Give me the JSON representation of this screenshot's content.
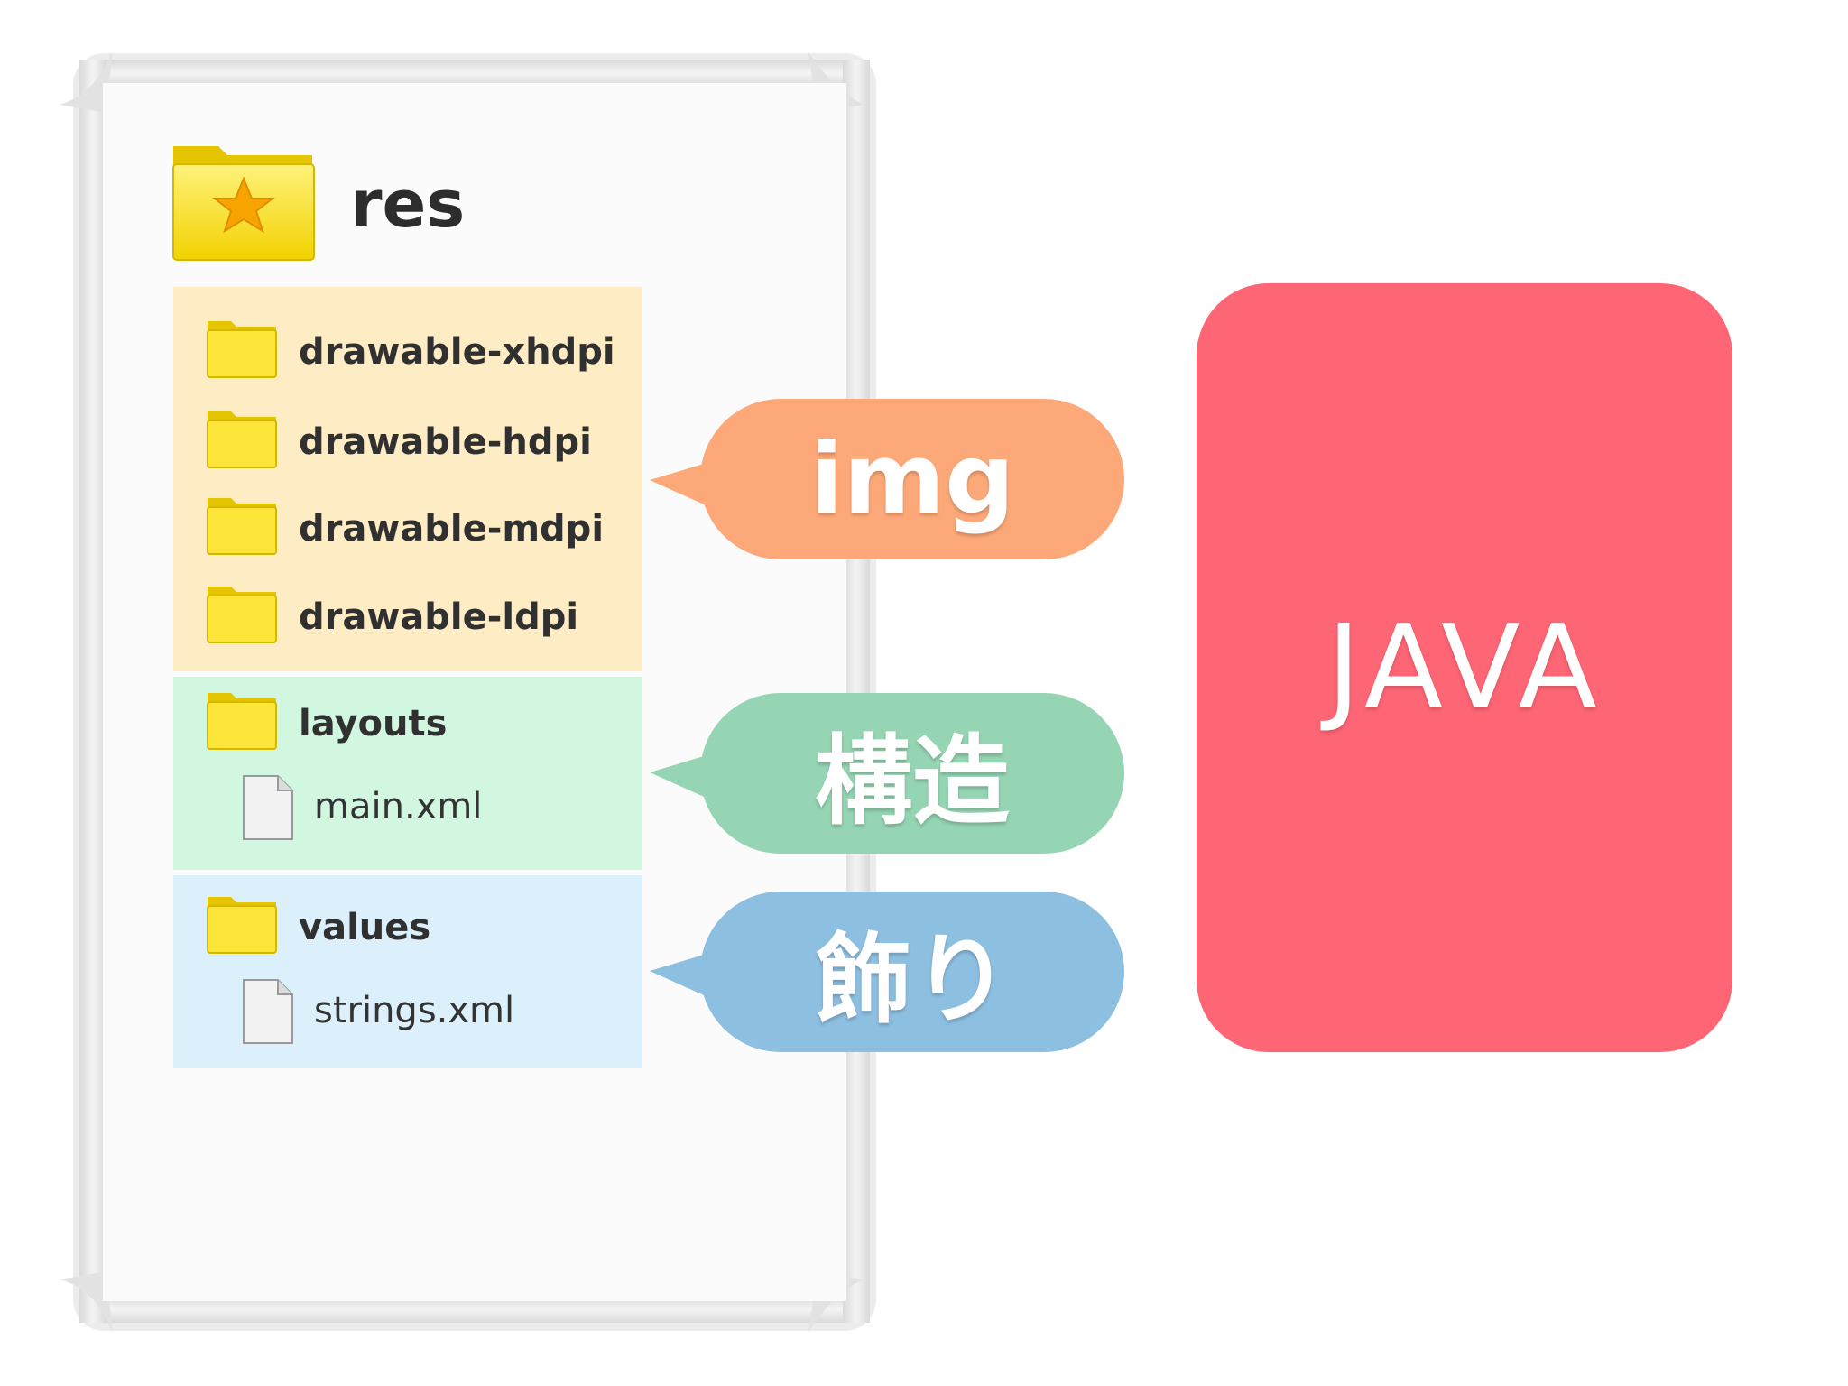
{
  "res_folder": {
    "name": "res",
    "icon": "starred-folder-icon"
  },
  "groups": {
    "img": {
      "color": "#fdecc4",
      "folders": [
        {
          "label": "drawable-xhdpi",
          "icon": "folder-icon"
        },
        {
          "label": "drawable-hdpi",
          "icon": "folder-icon"
        },
        {
          "label": "drawable-mdpi",
          "icon": "folder-icon"
        },
        {
          "label": "drawable-ldpi",
          "icon": "folder-icon"
        }
      ]
    },
    "layout": {
      "color": "#d2f7e0",
      "folder": {
        "label": "layouts",
        "icon": "folder-icon"
      },
      "file": {
        "label": "main.xml",
        "icon": "document-icon"
      }
    },
    "values": {
      "color": "#dcf0fc",
      "folder": {
        "label": "values",
        "icon": "folder-icon"
      },
      "file": {
        "label": "strings.xml",
        "icon": "document-icon"
      }
    }
  },
  "bubbles": [
    {
      "text": "img",
      "color": "#fda878"
    },
    {
      "text": "構造",
      "color": "#95d5b3"
    },
    {
      "text": "飾り",
      "color": "#8dbfe0"
    }
  ],
  "java_card": {
    "text": "JAVA",
    "color": "#fe6675"
  }
}
